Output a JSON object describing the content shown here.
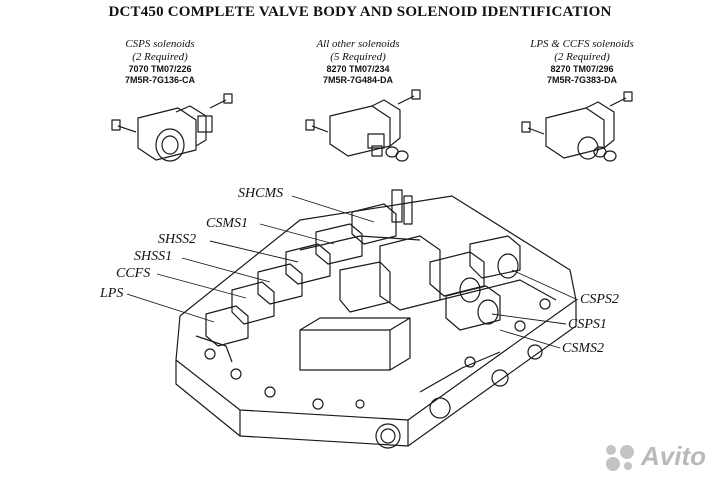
{
  "title": "DCT450 COMPLETE VALVE BODY AND SOLENOID IDENTIFICATION",
  "solenoids": [
    {
      "name": "CSPS solenoids",
      "required": "(2 Required)",
      "code": "7070  TM07/226",
      "part": "7M5R-7G136-CA"
    },
    {
      "name": "All other solenoids",
      "required": "(5 Required)",
      "code": "8270  TM07/234",
      "part": "7M5R-7G484-DA"
    },
    {
      "name": "LPS & CCFS solenoids",
      "required": "(2 Required)",
      "code": "8270  TM07/296",
      "part": "7M5R-7G383-DA"
    }
  ],
  "callouts_left": [
    "SHCMS",
    "CSMS1",
    "SHSS2",
    "SHSS1",
    "CCFS",
    "LPS"
  ],
  "callouts_right": [
    "CSPS2",
    "CSPS1",
    "CSMS2"
  ],
  "watermark": "Avito",
  "colors": {
    "line": "#1a1a1a",
    "watermark": "#b9b9b9"
  }
}
